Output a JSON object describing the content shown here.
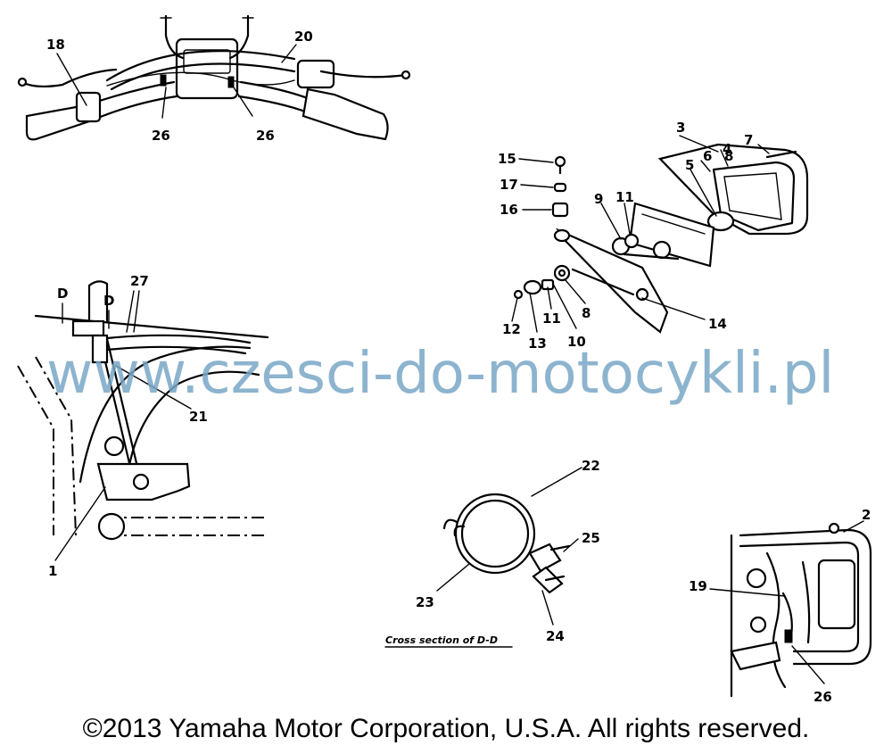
{
  "callouts": {
    "c1": "1",
    "c2": "2",
    "c3": "3",
    "c4": "4",
    "c5": "5",
    "c6": "6",
    "c7": "7",
    "c8a": "8",
    "c8b": "8",
    "c9": "9",
    "c10": "10",
    "c11a": "11",
    "c11b": "11",
    "c12": "12",
    "c13": "13",
    "c14": "14",
    "c15": "15",
    "c16": "16",
    "c17": "17",
    "c18": "18",
    "c19": "19",
    "c20": "20",
    "c21": "21",
    "c22": "22",
    "c23": "23",
    "c24": "24",
    "c25": "25",
    "c26a": "26",
    "c26b": "26",
    "c26c": "26",
    "c27": "27",
    "dLeft": "D",
    "dRight": "D"
  },
  "section_caption": "Cross section of D-D",
  "watermark": "www.czesci-do-motocykli.pl",
  "copyright": "©2013 Yamaha Motor Corporation, U.S.A. All rights reserved."
}
